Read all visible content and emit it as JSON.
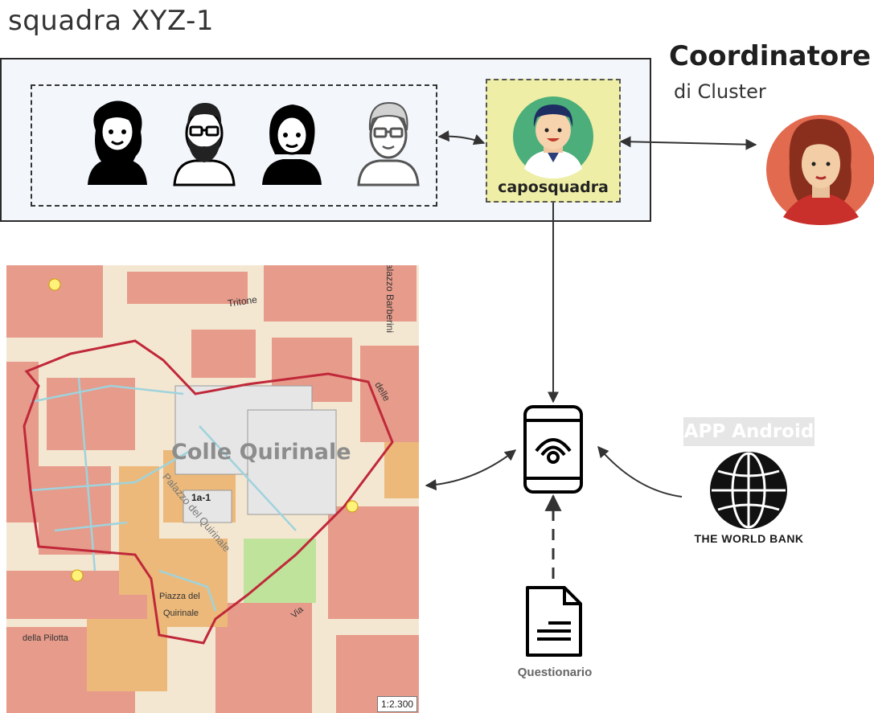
{
  "team": {
    "title": "squadra XYZ-1",
    "members": [
      "female-curly-avatar",
      "bearded-male-avatar",
      "female-bob-avatar",
      "male-glasses-avatar"
    ],
    "leader_label": "caposquadra"
  },
  "coordinator": {
    "title": "Coordinatore",
    "subtitle": "di Cluster"
  },
  "map": {
    "title": "Colle Quirinale",
    "labels": {
      "street1": "Tritone",
      "street2": "Piazza del",
      "street3": "Quirinale",
      "palazzo": "Palazzo del Quirinale",
      "barberini": "Palazzo Barberini",
      "pilotta": "della Pilotta",
      "zone": "1a-1",
      "delle": "delle",
      "via": "Via"
    },
    "scale": "1:2.300"
  },
  "app": {
    "label": "APP Android",
    "provider": "THE WORLD BANK"
  },
  "questionnaire": {
    "label": "Questionario"
  },
  "colors": {
    "leader_bg": "#eeeea6",
    "team_bg": "#f3f7fb",
    "boundary": "#c0283a",
    "avatar_green": "#4cae7a",
    "coordinator_red": "#e26a4f"
  }
}
